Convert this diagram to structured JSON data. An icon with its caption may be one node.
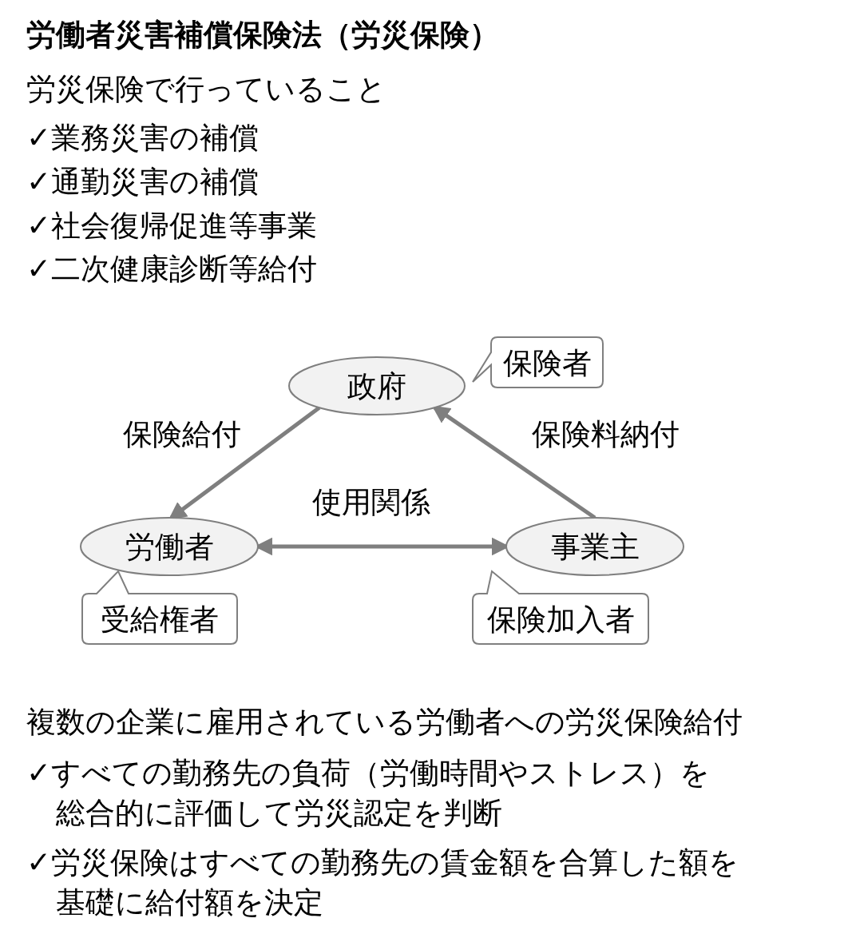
{
  "diagram": {
    "title": "労働者災害補償保険法（労災保険）",
    "nodes": [
      {
        "text": [
          "政府"
        ]
      },
      {
        "text": [
          "保険者"
        ]
      },
      {
        "text": [
          "労働者"
        ]
      },
      {
        "text": [
          "受給権者"
        ]
      },
      {
        "text": [
          "事業主"
        ]
      },
      {
        "text": [
          "保険加入者"
        ]
      }
    ],
    "edges": [
      {
        "from": 0,
        "to": 2,
        "arrow": "to",
        "label": "保険給付"
      },
      {
        "from": 4,
        "to": 0,
        "arrow": "to",
        "label": "保険料納付"
      },
      {
        "from": 2,
        "to": 4,
        "arrow": "both",
        "label": "使用関係"
      }
    ],
    "labels": [
      "労災保険で行っていること",
      "✓業務災害の補償",
      "✓通勤災害の補償",
      "✓社会復帰促進等事業",
      "✓二次健康診断等給付",
      "複数の企業に雇用されている労働者への労災保険給付",
      "✓すべての勤務先の負荷（労働時間やストレス）を総合的に評価して労災認定を判断",
      "✓労災保険はすべての勤務先の賃金額を合算した額を基礎に給付額を決定"
    ]
  }
}
